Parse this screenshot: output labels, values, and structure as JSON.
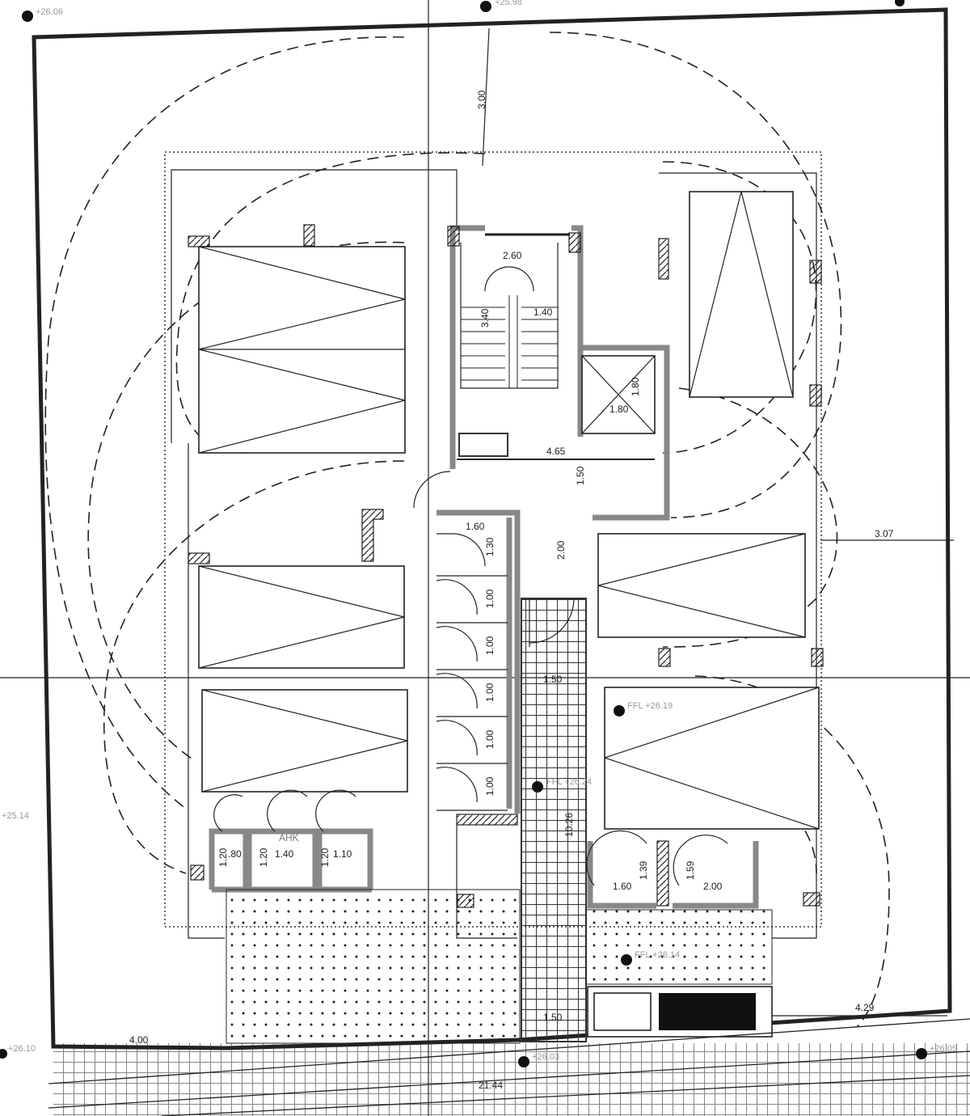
{
  "levels": {
    "top_left": "+26.06",
    "top_center": "+25.98",
    "left_mid": "+25.14",
    "bottom_left": "+26.10",
    "bottom_center": "+26.03",
    "bottom_right": "+26.05",
    "ffl_right": "FFL +26.19",
    "ffl_corridor": "FFL +26.24",
    "ffl_bottom": "FFL +26.14"
  },
  "dimensions": {
    "front_setback": "3.00",
    "stair_width": "2.60",
    "stair_run": "3.40",
    "stair_landing": "1.40",
    "lift_w": "1.80",
    "lift_h": "1.80",
    "lobby_width": "4.65",
    "lobby_depth": "1.50",
    "corridor_len": "2.00",
    "wc_w": "1.60",
    "wc_1": "1.30",
    "wc_2": "1.00",
    "wc_3": "1.00",
    "wc_4": "1.00",
    "wc_5": "1.00",
    "wc_6": "1.00",
    "corridor_width": "1.50",
    "right_setback": "3.07",
    "ramp_len": "10.26",
    "store_a_h": "1.20",
    "store_a_w": ".80",
    "store_b_h": "1.20",
    "store_b_w": "1.40",
    "store_c_h": "1.20",
    "store_c_w": "1.10",
    "room_r1_w": "1.60",
    "room_r1_h": "1.39",
    "room_r2_h": "1.59",
    "room_r2_w": "2.00",
    "left_setback": "4.00",
    "right_bottom": "4.29",
    "ramp_width": "1.50",
    "frontage": "21.44"
  },
  "room_labels": {
    "ahk": "AHK"
  }
}
